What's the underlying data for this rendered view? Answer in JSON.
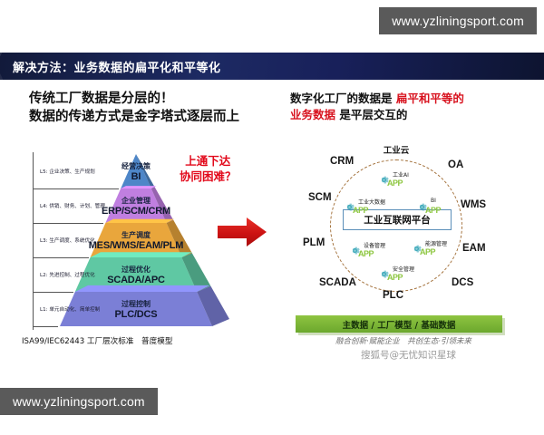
{
  "watermarks": {
    "top": "www.yzliningsport.com",
    "bottom": "www.yzliningsport.com"
  },
  "slide": {
    "title": "解决方法：业务数据的扁平化和平等化",
    "left": {
      "heading_line1": "传统工厂数据是分层的！",
      "heading_line2": "数据的传递方式是金字塔式逐层而上",
      "pain_line1": "上通下达",
      "pain_line2": "协同困难？",
      "caption": "ISA99/IEC62443 工厂层次标准　普度模型",
      "tiers": [
        {
          "level": "L5: 企业决策、生产规划",
          "cn": "经营决策",
          "en": "BI",
          "color": "#4e86c8"
        },
        {
          "level": "L4: 供销、财务、计划、管理",
          "cn": "企业管理",
          "en": "ERP/SCM/CRM",
          "color": "#c07fe0"
        },
        {
          "level": "L3: 生产调度、系统优化",
          "cn": "生产调度",
          "en": "MES/WMS/EAM/PLM",
          "color": "#e9a63c"
        },
        {
          "level": "L2: 先进控制、过程优化",
          "cn": "过程优化",
          "en": "SCADA/APC",
          "color": "#5fc8a3"
        },
        {
          "level": "L1: 单元自动化、简单控制",
          "cn": "过程控制",
          "en": "PLC/DCS",
          "color": "#7b7fd6"
        }
      ]
    },
    "right": {
      "heading_p1": "数字化工厂的数据是 ",
      "heading_h1": "扁平和平等的",
      "heading_h2": "业务数据",
      "heading_p2": " 是平层交互的",
      "cloud_label": "工业云",
      "platform": "工业互联网平台",
      "ring_labels": [
        "CRM",
        "OA",
        "SCM",
        "WMS",
        "PLM",
        "EAM",
        "SCADA",
        "DCS",
        "PLC"
      ],
      "apps": [
        {
          "cn": "工业AI",
          "word": "APP"
        },
        {
          "cn": "工业大数据",
          "word": "APP"
        },
        {
          "cn": "BI",
          "word": "APP"
        },
        {
          "cn": "设备管理",
          "word": "APP"
        },
        {
          "cn": "能源管理",
          "word": "APP"
        },
        {
          "cn": "安全管理",
          "word": "APP"
        }
      ],
      "green_bar": "主数据 / 工厂模型 / 基础数据",
      "tagline": "融合创新·赋能企业　共创生态·引领未来",
      "channel": "搜狐号@无忧知识星球"
    }
  },
  "colors": {
    "title_bar": "#18205a",
    "highlight_red": "#d8131f",
    "pain_red": "#e2081a",
    "green": "#7ab52f",
    "dash_circle": "#a3713b",
    "app_green": "#8dc63f",
    "app_teal": "#2ea3b5"
  }
}
